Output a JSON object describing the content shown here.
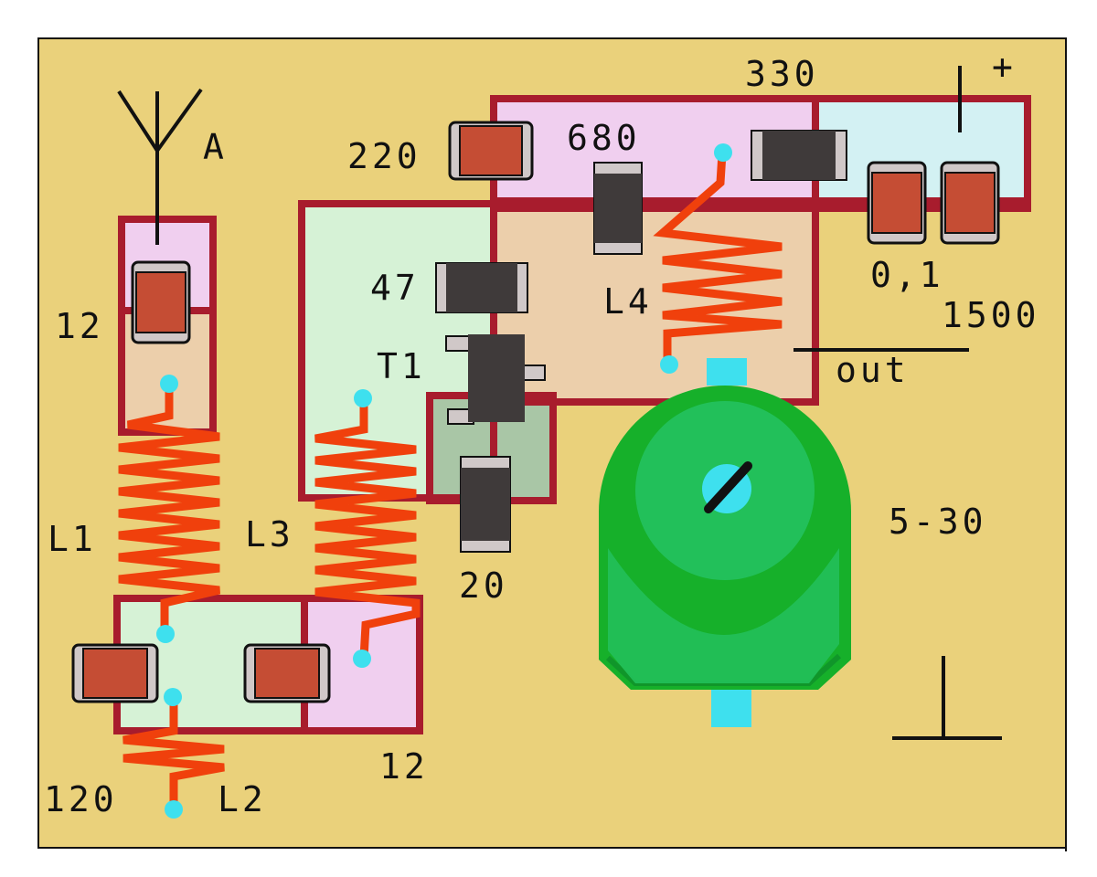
{
  "labels": {
    "antenna": "A",
    "c_12_top": "12",
    "c_12_bottom": "12",
    "c_120": "120",
    "c_220": "220",
    "c_47": "47",
    "r_680": "680",
    "r_330": "330",
    "c_01": "0,1",
    "c_1500": "1500",
    "c_20": "20",
    "trimmer": "5-30",
    "t1": "T1",
    "l1": "L1",
    "l2": "L2",
    "l3": "L3",
    "l4": "L4",
    "out": "out",
    "plus": "+"
  },
  "colors": {
    "board": "#ead17b",
    "trace_outline": "#a81c2d",
    "pad_pink": "#f0cfef",
    "pad_green": "#d6f2d6",
    "pad_peach": "#eccfab",
    "pad_cyan": "#d3f1f3",
    "pad_teal": "#a9c6a6",
    "coil": "#f0400c",
    "cap_body": "#c54d34",
    "smd_body": "#3f3a3a",
    "endcap": "#d0c8c8",
    "via": "#3ee0ee",
    "trimmer_outer": "#16b02a",
    "trimmer_inner": "#22c05a"
  }
}
